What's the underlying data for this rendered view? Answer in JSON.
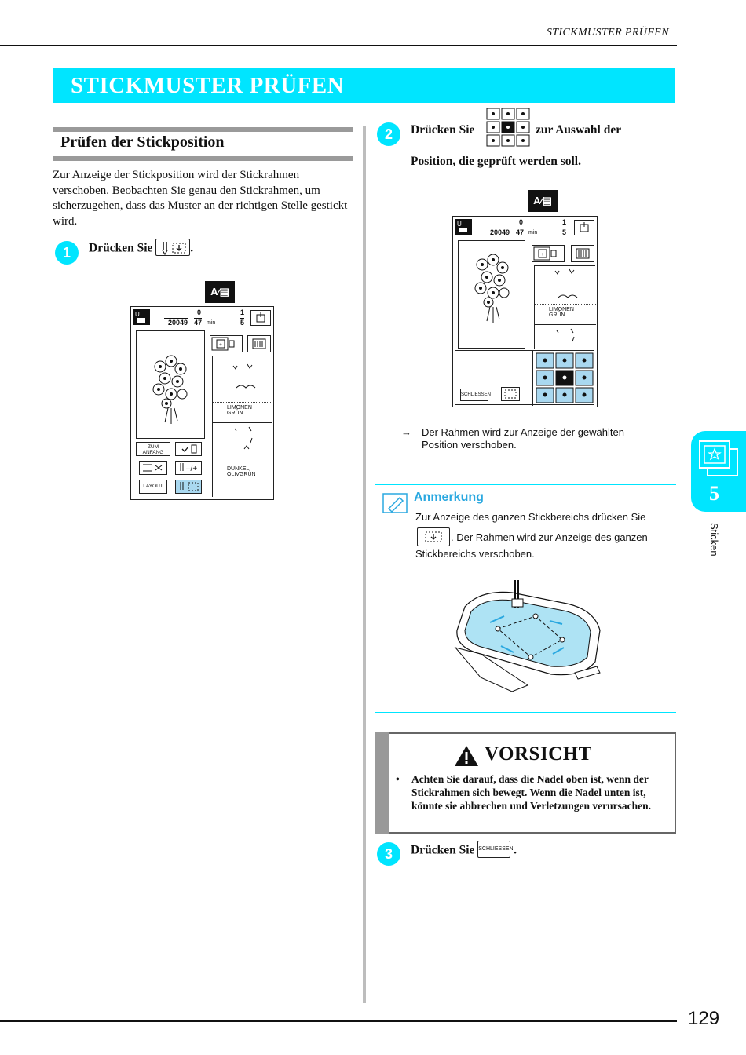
{
  "header": {
    "running_title": "STICKMUSTER PRÜFEN"
  },
  "title": "STICKMUSTER PRÜFEN",
  "section": {
    "heading": "Prüfen der Stickposition",
    "intro": "Zur Anzeige der Stickposition wird der Stickrahmen verschoben. Beobachten Sie genau den Stickrahmen, um sicherzugehen, dass das Muster an der richtigen Stelle gestickt wird."
  },
  "steps": [
    {
      "number": "1",
      "text_before": "Drücken Sie",
      "text_after": "."
    },
    {
      "number": "2",
      "text_before": "Drücken Sie",
      "text_after": "zur Auswahl der",
      "line2": "Position, die geprüft werden soll."
    },
    {
      "number": "3",
      "text_before": "Drücken Sie",
      "text_after": "."
    }
  ],
  "screen": {
    "mode_icon": "A⁄▤",
    "stitch_count": "20049",
    "time_top": "0",
    "time_bottom": "47",
    "time_unit": "min",
    "color_top": "1",
    "color_bottom": "5",
    "thread1": "LIMONEN\nGRÜN",
    "thread2": "DUNKEL\nOLIVGRÜN",
    "btn_start": "ZUM\nANFANG",
    "btn_layout": "LAYOUT",
    "btn_close": "SCHLIESSEN"
  },
  "result": {
    "arrow": "→",
    "text": "Der Rahmen wird zur Anzeige der gewählten Position verschoben."
  },
  "note": {
    "heading": "Anmerkung",
    "line1": "Zur Anzeige des ganzen Stickbereichs drücken Sie",
    "line2": ". Der Rahmen wird zur Anzeige des ganzen",
    "line3": "Stickbereichs verschoben."
  },
  "caution": {
    "title": "VORSICHT",
    "bullet": "•",
    "text": "Achten Sie darauf, dass die Nadel oben ist, wenn der Stickrahmen sich bewegt. Wenn die Nadel unten ist, könnte sie abbrechen und Verletzungen verursachen."
  },
  "tab": {
    "number": "5",
    "label": "Sticken"
  },
  "page_number": "129",
  "colors": {
    "accent": "#00e5ff",
    "note_heading": "#2aa8e0",
    "grid_fill": "#a9d8f0"
  }
}
